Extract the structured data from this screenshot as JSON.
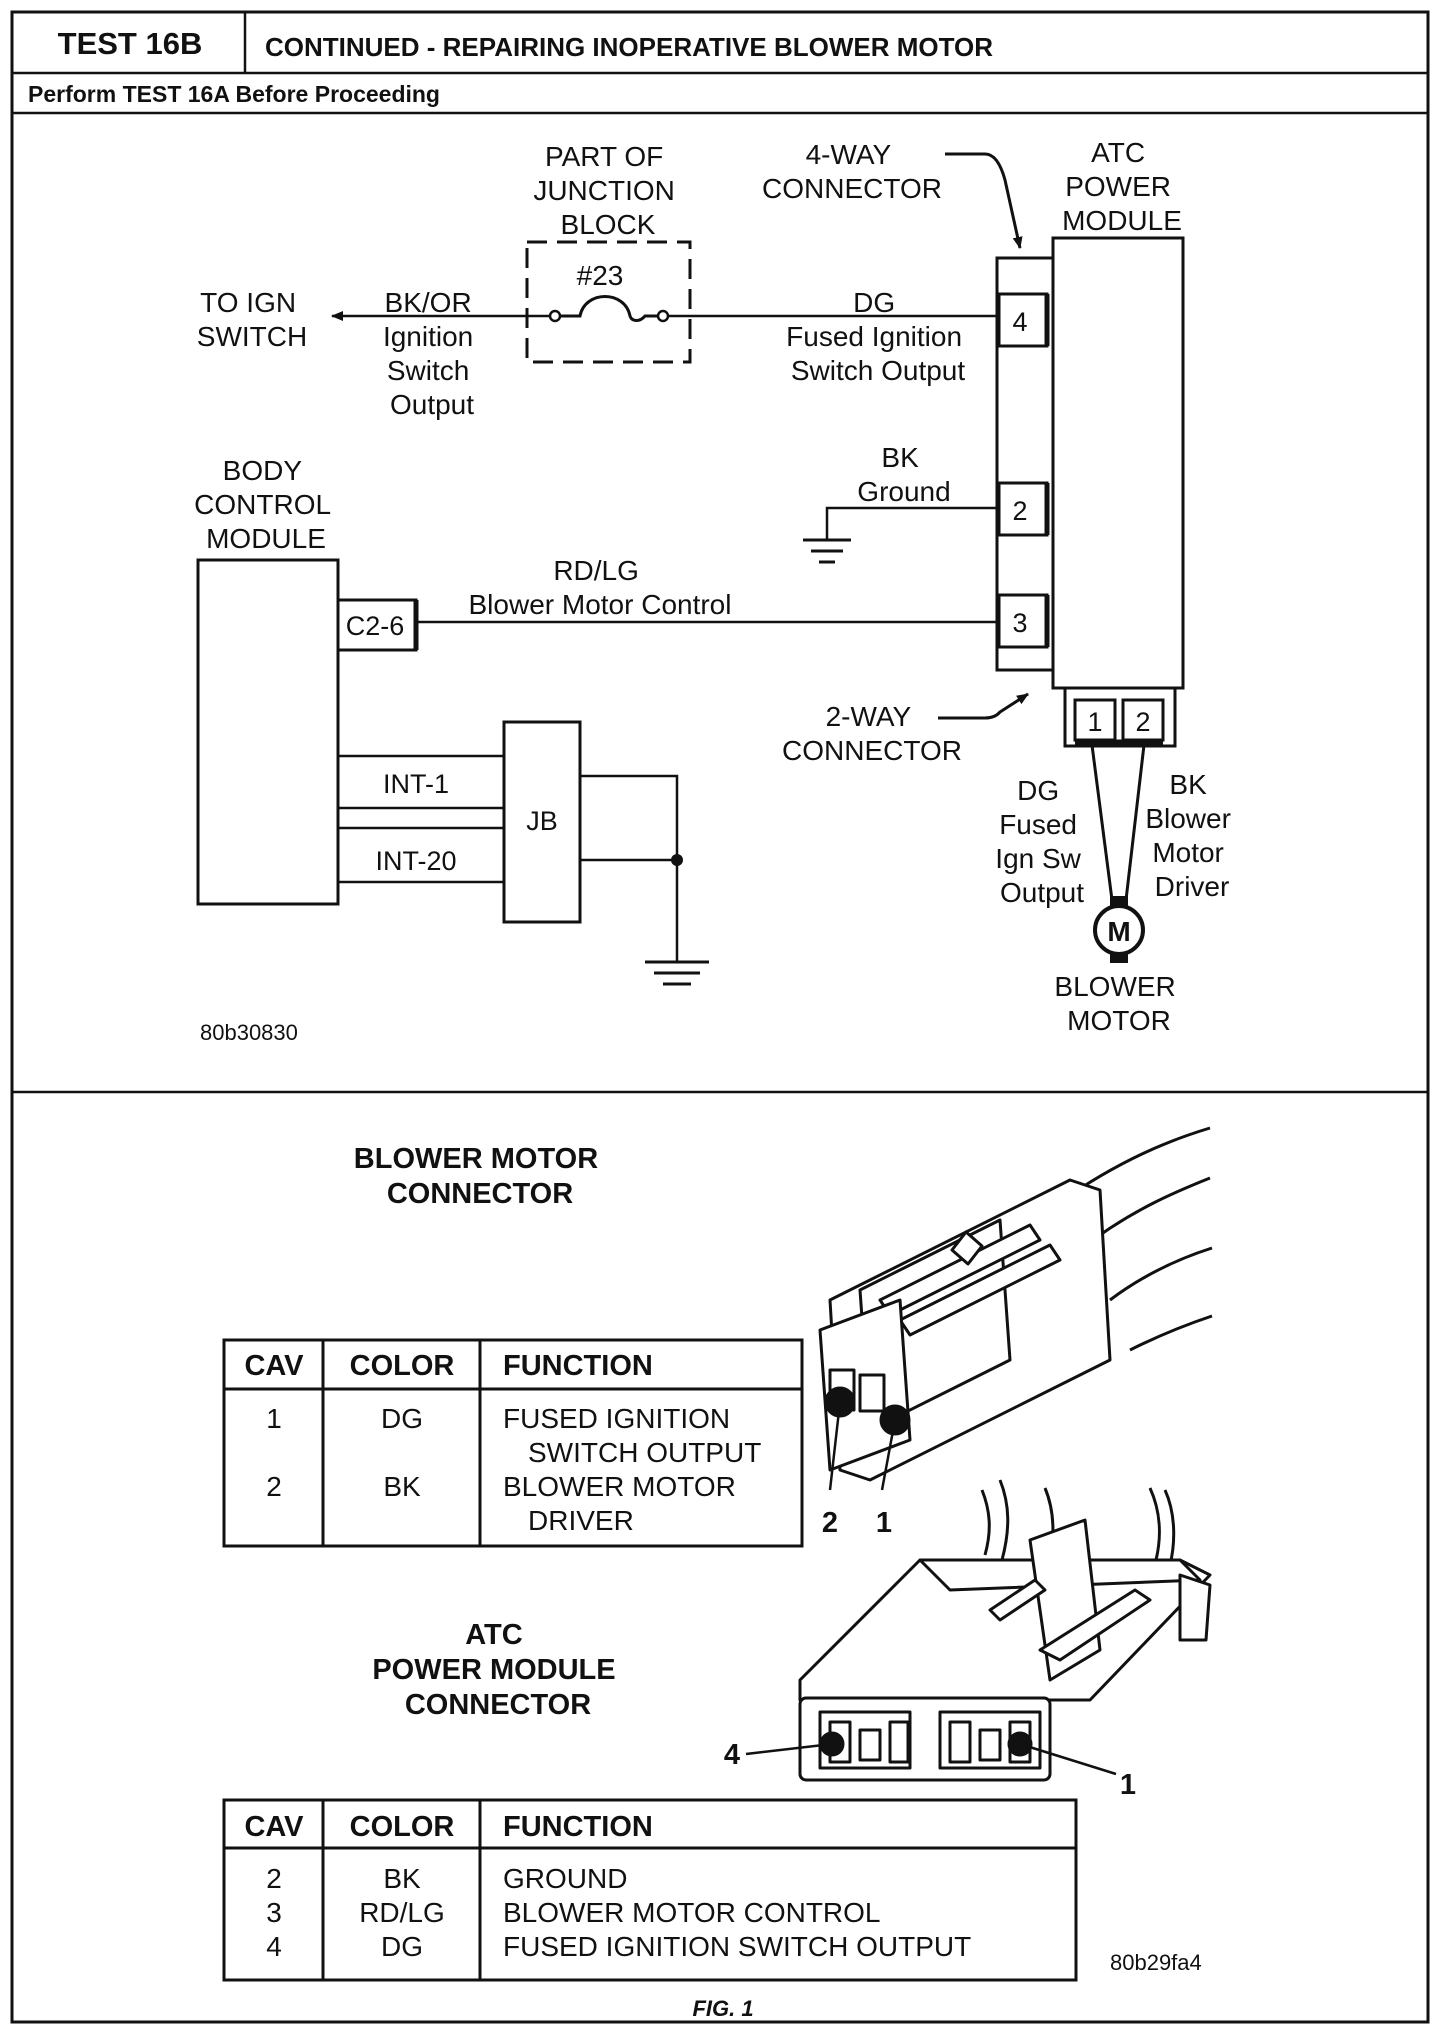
{
  "header": {
    "test_label": "TEST 16B",
    "title": "CONTINUED - REPAIRING INOPERATIVE BLOWER MOTOR",
    "subtitle": "Perform TEST 16A Before Proceeding"
  },
  "diagram": {
    "junction_block_label": [
      "PART OF",
      "JUNCTION",
      "BLOCK"
    ],
    "fuse_label": "#23",
    "four_way_label": [
      "4-WAY",
      "CONNECTOR"
    ],
    "atc_label": [
      "ATC",
      "POWER",
      "MODULE"
    ],
    "ign_label": [
      "TO IGN",
      "SWITCH"
    ],
    "bkor_label": [
      "BK/OR",
      "Ignition",
      "Switch",
      "Output"
    ],
    "dg_label": [
      "DG",
      "Fused Ignition",
      "Switch Output"
    ],
    "bk_ground_label": [
      "BK",
      "Ground"
    ],
    "bcm_label": [
      "BODY",
      "CONTROL",
      "MODULE"
    ],
    "rdlg_label": [
      "RD/LG",
      "Blower Motor Control"
    ],
    "c26_label": "C2-6",
    "two_way_label": [
      "2-WAY",
      "CONNECTOR"
    ],
    "int1_label": "INT-1",
    "int20_label": "INT-20",
    "jb_label": "JB",
    "pin_4": "4",
    "pin_2": "2",
    "pin_3": "3",
    "pin_b1": "1",
    "pin_b2": "2",
    "dg_fused_label": [
      "DG",
      "Fused",
      "Ign Sw",
      "Output"
    ],
    "bk_blower_label": [
      "BK",
      "Blower",
      "Motor",
      "Driver"
    ],
    "motor_symbol": "M",
    "blower_motor_label": [
      "BLOWER",
      "MOTOR"
    ],
    "figure_id": "80b30830"
  },
  "connectors": {
    "blower_title": [
      "BLOWER MOTOR",
      "CONNECTOR"
    ],
    "blower_table": {
      "headers": [
        "CAV",
        "COLOR",
        "FUNCTION"
      ],
      "rows": [
        {
          "cav": "1",
          "color": "DG",
          "function": [
            "FUSED IGNITION",
            "SWITCH OUTPUT"
          ]
        },
        {
          "cav": "2",
          "color": "BK",
          "function": [
            "BLOWER MOTOR",
            "DRIVER"
          ]
        }
      ]
    },
    "blower_pin_labels": [
      "2",
      "1"
    ],
    "atc_title": [
      "ATC",
      "POWER MODULE",
      "CONNECTOR"
    ],
    "atc_table": {
      "headers": [
        "CAV",
        "COLOR",
        "FUNCTION"
      ],
      "rows": [
        {
          "cav": "2",
          "color": "BK",
          "function": "GROUND"
        },
        {
          "cav": "3",
          "color": "RD/LG",
          "function": "BLOWER MOTOR CONTROL"
        },
        {
          "cav": "4",
          "color": "DG",
          "function": "FUSED IGNITION SWITCH OUTPUT"
        }
      ]
    },
    "atc_pin_labels": [
      "4",
      "1"
    ],
    "figure_id": "80b29fa4",
    "caption": "FIG. 1"
  }
}
